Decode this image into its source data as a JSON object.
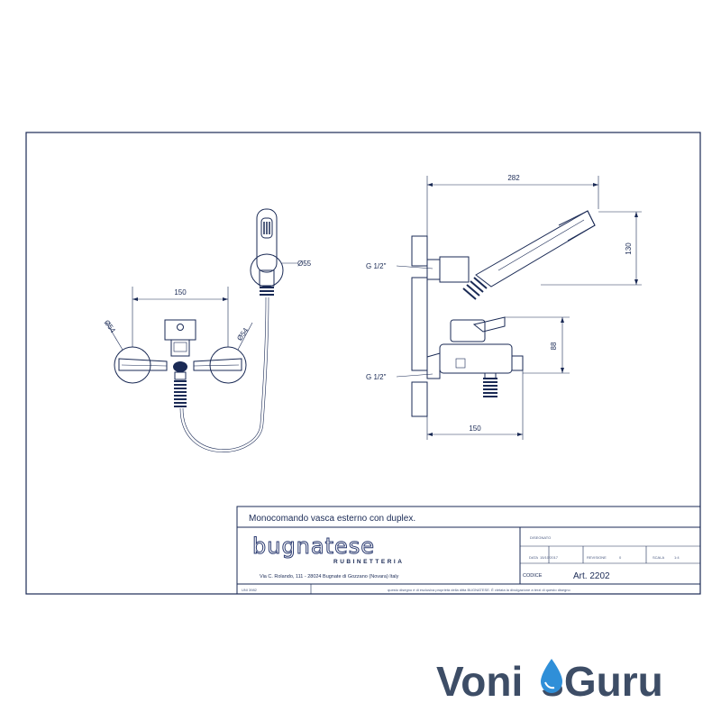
{
  "drawing": {
    "front_view": {
      "dim_width": "150",
      "dim_left_dia": "Ø54",
      "dim_right_dia": "Ø54",
      "dim_handset_dia": "Ø55"
    },
    "side_view": {
      "dim_total_width": "282",
      "dim_height_upper": "130",
      "dim_height_lower": "88",
      "dim_depth_lower": "150",
      "thread_upper": "G 1/2\"",
      "thread_lower": "G 1/2\""
    }
  },
  "title_block": {
    "title": "Monocomando vasca esterno con duplex.",
    "brand_name": "bugnatese",
    "brand_sub": "RUBINETTERIA",
    "address": "Via C. Rolando, 111 - 28024 Bugnate di Gozzano (Novara) Italy",
    "drawn_label": "DISEGNATO",
    "date_label": "DATA",
    "date_value": "15/10/2017",
    "revision_label": "REVISIONE",
    "revision_value": "0",
    "scale_label": "SCALA",
    "scale_value": "1:4",
    "code_label": "CODICE",
    "code_value": "Art. 2202",
    "footer_left": "UNI 3982",
    "footer_note": "questo disegno è di esclusiva proprietà della ditta BUGNATESE. È vietata la divulgazione a terzi di questo disegno"
  },
  "watermark": {
    "part1": "Voni",
    "part2": "s",
    "part3": "Guru",
    "color_main": "#3d4d66",
    "color_accent": "#2f8fd8"
  }
}
